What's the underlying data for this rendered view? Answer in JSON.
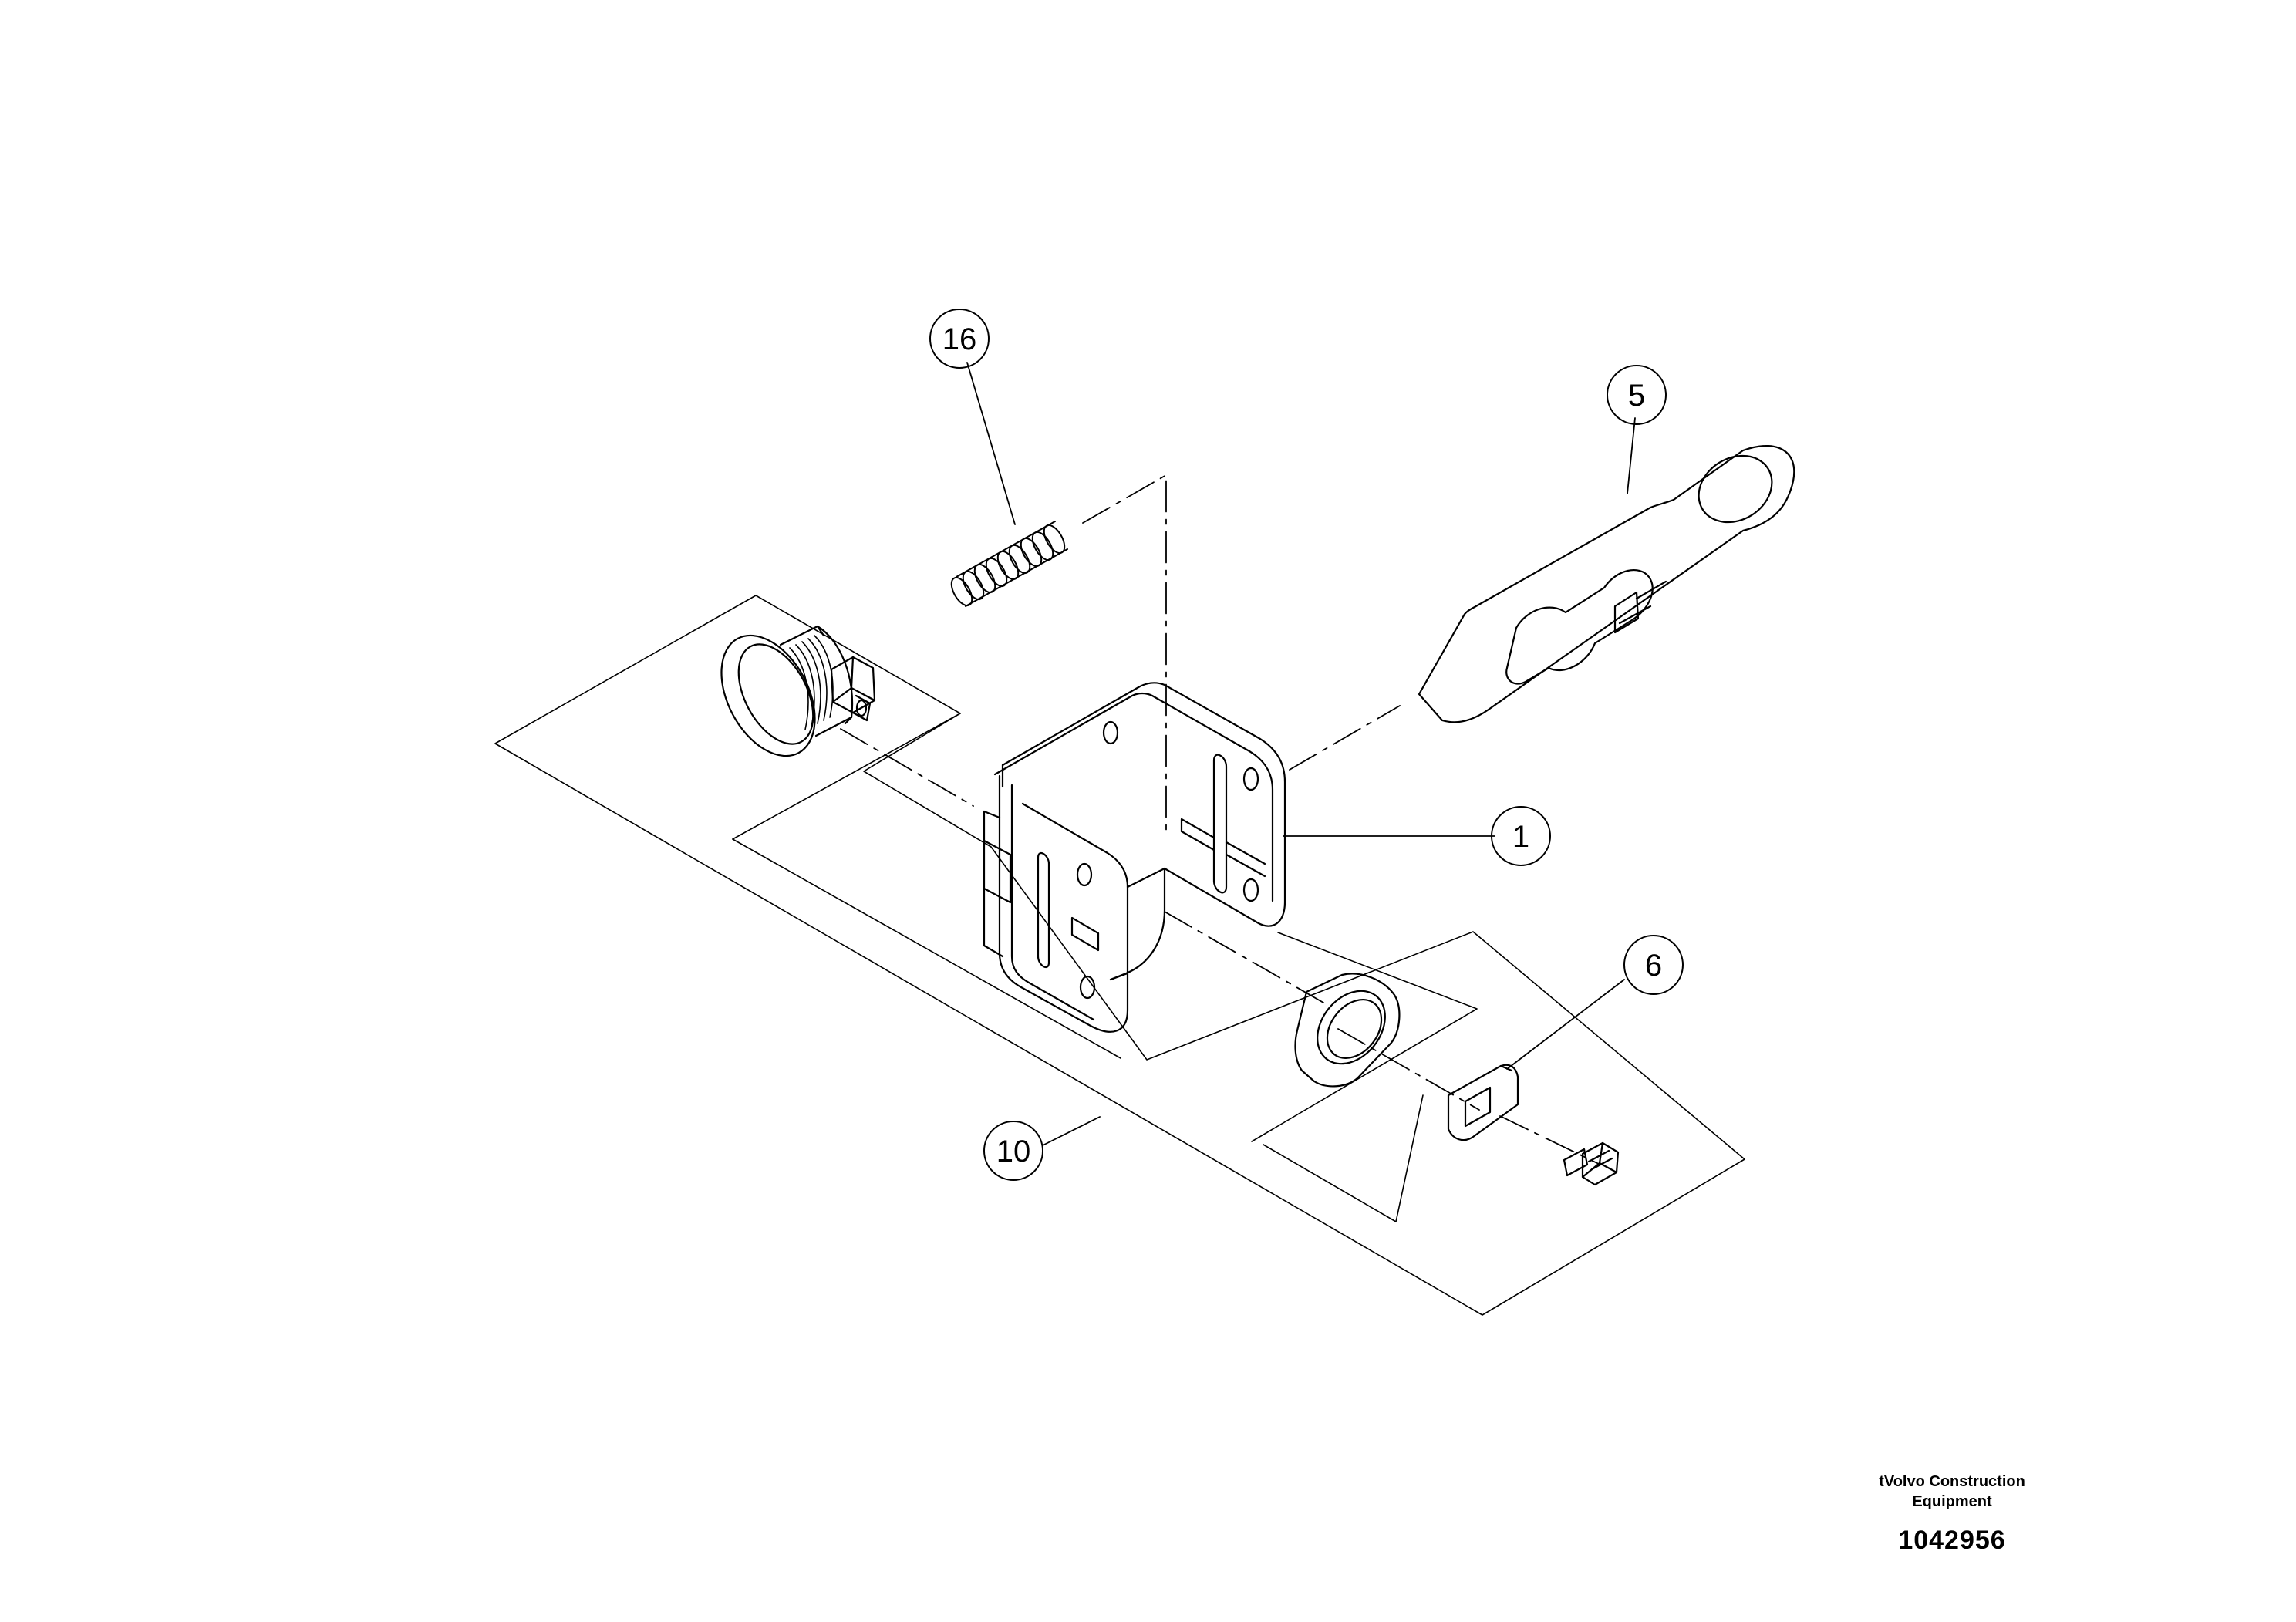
{
  "callouts": {
    "c16": "16",
    "c5": "5",
    "c1": "1",
    "c6": "6",
    "c10": "10"
  },
  "footer": {
    "company_line1": "tVolvo Construction",
    "company_line2": "Equipment",
    "drawing_number": "1042956"
  },
  "icons": [
    "spring-icon",
    "lock-cylinder-icon",
    "bracket-icon",
    "plate-icon",
    "nut-icon",
    "washer-icon",
    "screw-icon"
  ]
}
